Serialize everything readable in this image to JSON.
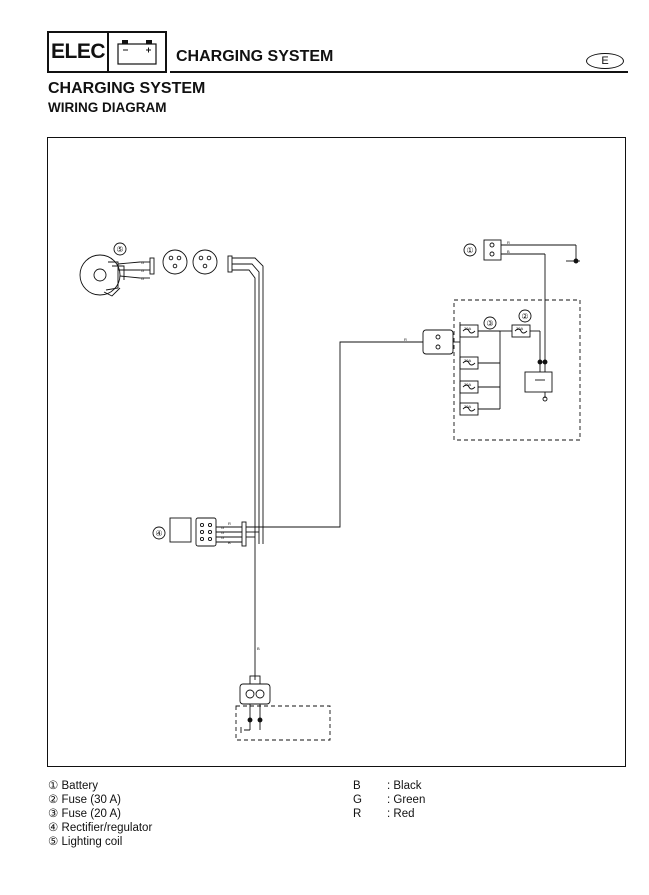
{
  "header": {
    "section_code": "ELEC",
    "title": "CHARGING SYSTEM",
    "language_badge": "E",
    "battery_icon": "battery-icon"
  },
  "section": {
    "title": "CHARGING SYSTEM",
    "subtitle": "WIRING DIAGRAM"
  },
  "diagram": {
    "callouts": [
      "①",
      "②",
      "③",
      "④",
      "⑤"
    ],
    "wire_codes": {
      "coil_wires": [
        "G",
        "G",
        "G"
      ],
      "reg_wires": [
        "G",
        "G",
        "G"
      ],
      "reg_side": [
        "B",
        "R"
      ],
      "battery_pos": "R",
      "battery_neg": "B",
      "fuse_box_feed": "R",
      "fuse_30a": "30A",
      "fuses_20a": [
        "20A",
        "20A",
        "20A",
        "20A"
      ],
      "ground_wire": "B"
    }
  },
  "legend": [
    {
      "mark": "①",
      "label": "Battery"
    },
    {
      "mark": "②",
      "label": "Fuse (30 A)"
    },
    {
      "mark": "③",
      "label": "Fuse (20 A)"
    },
    {
      "mark": "④",
      "label": "Rectifier/regulator"
    },
    {
      "mark": "⑤",
      "label": "Lighting coil"
    }
  ],
  "wire_colors": [
    {
      "code": "B",
      "name": ": Black"
    },
    {
      "code": "G",
      "name": ": Green"
    },
    {
      "code": "R",
      "name": ": Red"
    }
  ]
}
